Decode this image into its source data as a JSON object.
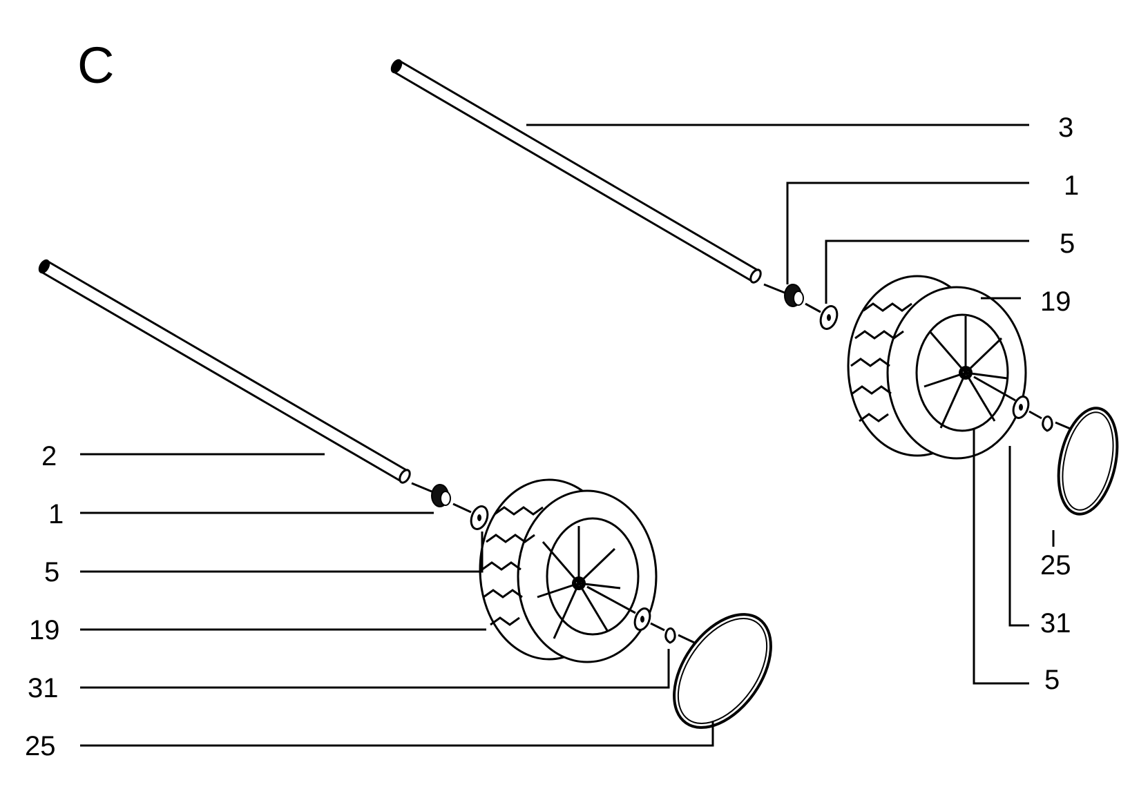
{
  "diagram": {
    "section_label": "C",
    "upper_assembly": {
      "callouts": {
        "axle": "3",
        "bushing": "1",
        "washer_inner": "5",
        "wheel": "19",
        "hubcap": "25",
        "clip": "31",
        "washer_outer": "5"
      }
    },
    "lower_assembly": {
      "callouts": {
        "axle": "2",
        "bushing": "1",
        "washer_inner": "5",
        "wheel": "19",
        "clip": "31",
        "hubcap": "25"
      }
    }
  },
  "colors": {
    "ink": "#000000",
    "paper": "#ffffff"
  }
}
